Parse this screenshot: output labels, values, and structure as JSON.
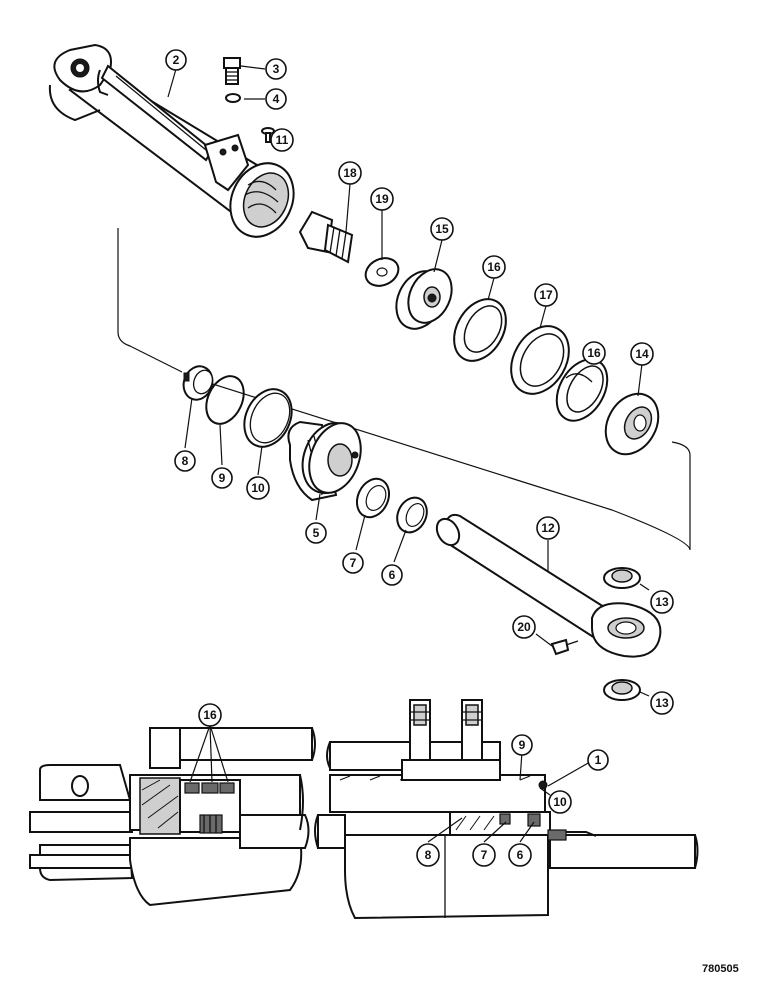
{
  "drawing_number": "780505",
  "callouts": [
    {
      "label": "1"
    },
    {
      "label": "2"
    },
    {
      "label": "3"
    },
    {
      "label": "4"
    },
    {
      "label": "5"
    },
    {
      "label": "6"
    },
    {
      "label": "7"
    },
    {
      "label": "8"
    },
    {
      "label": "9"
    },
    {
      "label": "10"
    },
    {
      "label": "11"
    },
    {
      "label": "12"
    },
    {
      "label": "13"
    },
    {
      "label": "13"
    },
    {
      "label": "14"
    },
    {
      "label": "15"
    },
    {
      "label": "16"
    },
    {
      "label": "16"
    },
    {
      "label": "17"
    },
    {
      "label": "18"
    },
    {
      "label": "19"
    },
    {
      "label": "20"
    },
    {
      "label": "16"
    },
    {
      "label": "9"
    },
    {
      "label": "10"
    },
    {
      "label": "8"
    },
    {
      "label": "7"
    },
    {
      "label": "6"
    }
  ]
}
